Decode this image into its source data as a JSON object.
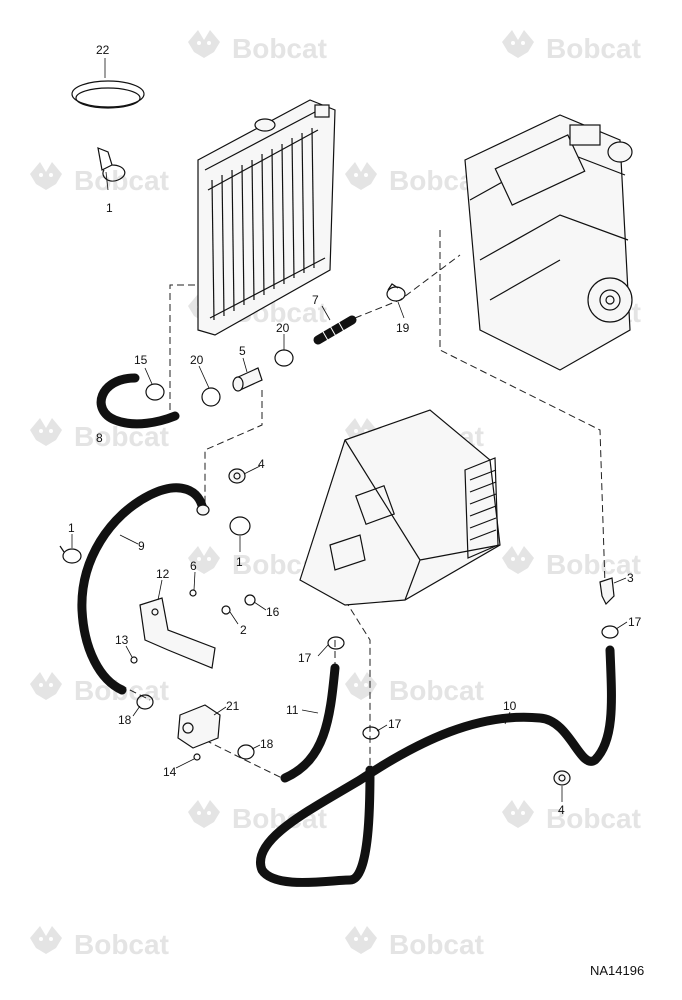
{
  "watermark": {
    "text": "Bobcat",
    "color": "#e4e4e4"
  },
  "drawing_code": "NA14196",
  "callouts": {
    "c22": "22",
    "c1a": "1",
    "c7": "7",
    "c19": "19",
    "c20a": "20",
    "c15": "15",
    "c20b": "20",
    "c5": "5",
    "c8": "8",
    "c4a": "4",
    "c1b": "1",
    "c9": "9",
    "c1c": "1",
    "c12": "12",
    "c6": "6",
    "c16": "16",
    "c2": "2",
    "c13": "13",
    "c17a": "17",
    "c11": "11",
    "c18a": "18",
    "c21": "21",
    "c17b": "17",
    "c10": "10",
    "c18b": "18",
    "c14": "14",
    "c3": "3",
    "c17c": "17",
    "c4b": "4"
  },
  "icons": [
    "bobcat-logo-watermark",
    "radiator",
    "engine",
    "heater-box",
    "hose",
    "clamp",
    "valve"
  ]
}
